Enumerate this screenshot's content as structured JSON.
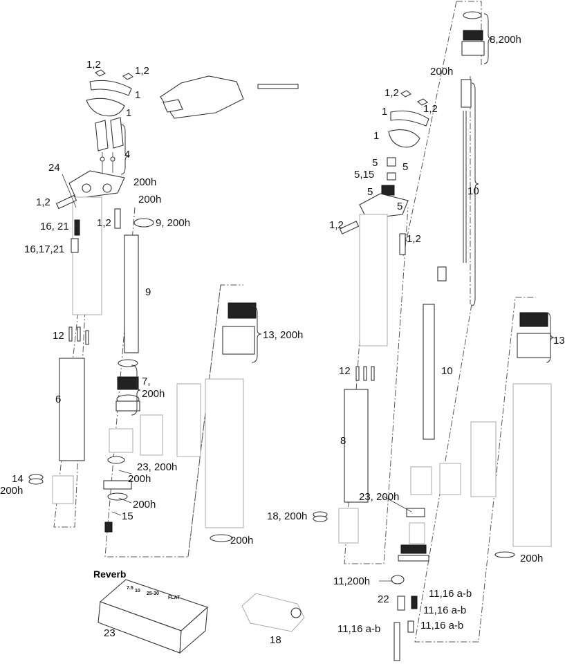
{
  "title_badge": "Reverb",
  "labels": {
    "l1": "1,2",
    "l2": "1,2",
    "l3": "1",
    "l4": "1",
    "l5": "4",
    "l6": "24",
    "l7": "200h",
    "l8": "200h",
    "l9": "1,2",
    "l10": "16, 21",
    "l11": "1,2",
    "l12": "9, 200h",
    "l13": "16,17,21",
    "l14": "9",
    "l15": "12",
    "l16": "6",
    "l17": "13, 200h",
    "l18": "7,",
    "l19": "200h",
    "l20": "23, 200h",
    "l21": "200h",
    "l22": "14",
    "l23": "200h",
    "l24": "200h",
    "l25": "15",
    "l26": "200h",
    "l27": "23",
    "l28": "18",
    "r1": "8,200h",
    "r2": "200h",
    "r3": "1,2",
    "r4": "1",
    "r5": "1,2",
    "r6": "1",
    "r7": "5",
    "r8": "5",
    "r9": "5,15",
    "r10": "5",
    "r11": "5",
    "r12": "10",
    "r13": "1,2",
    "r14": "1,2",
    "r15": "12",
    "r16": "10",
    "r17": "13",
    "r18": "8",
    "r19": "23, 200h",
    "r20": "18, 200h",
    "r21": "200h",
    "r22": "11,200h",
    "r23": "11,16 a-b",
    "r24": "22",
    "r25": "11,16 a-b",
    "r26": "11,16 a-b",
    "r27": "11,16 a-b"
  },
  "tool_markings": [
    "7.5",
    "10",
    "25-30",
    "FLAT"
  ],
  "colors": {
    "ink": "#333333",
    "ghost": "#aaaaaa"
  }
}
